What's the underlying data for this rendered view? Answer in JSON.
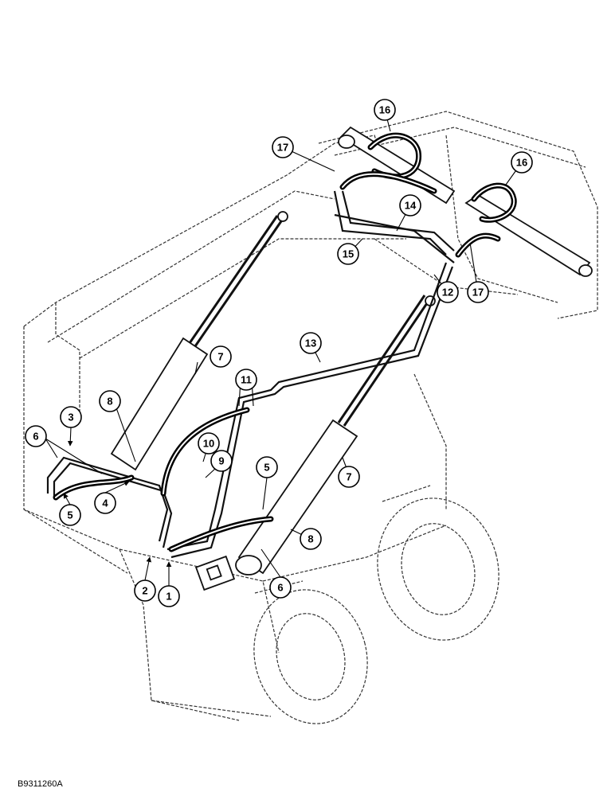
{
  "figure_id": "B9311260A",
  "callouts": [
    "1",
    "2",
    "3",
    "4",
    "5",
    "5",
    "6",
    "6",
    "7",
    "7",
    "8",
    "8",
    "9",
    "10",
    "11",
    "12",
    "13",
    "14",
    "15",
    "16",
    "16",
    "17",
    "17"
  ]
}
